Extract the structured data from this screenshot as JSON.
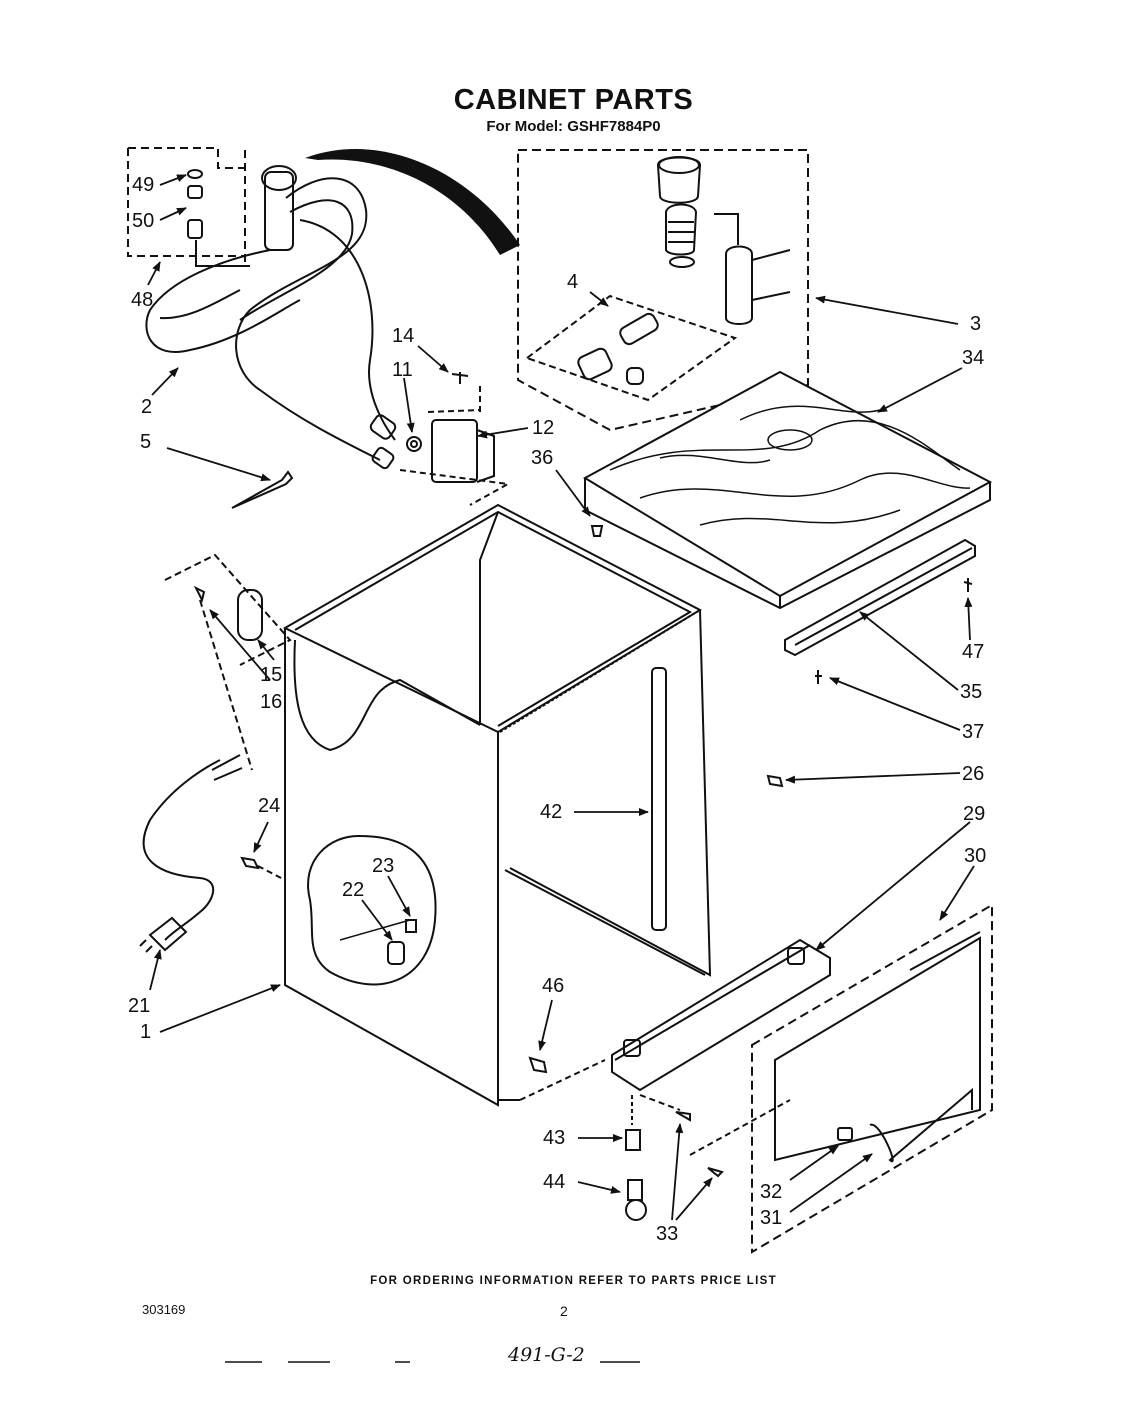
{
  "header": {
    "title": "CABINET PARTS",
    "subtitle": "For Model: GSHF7884P0"
  },
  "callouts": [
    {
      "id": "49",
      "label": "49"
    },
    {
      "id": "50",
      "label": "50"
    },
    {
      "id": "48",
      "label": "48"
    },
    {
      "id": "2",
      "label": "2"
    },
    {
      "id": "5",
      "label": "5"
    },
    {
      "id": "14",
      "label": "14"
    },
    {
      "id": "11",
      "label": "11"
    },
    {
      "id": "12",
      "label": "12"
    },
    {
      "id": "4",
      "label": "4"
    },
    {
      "id": "3",
      "label": "3"
    },
    {
      "id": "34",
      "label": "34"
    },
    {
      "id": "36",
      "label": "36"
    },
    {
      "id": "15",
      "label": "15"
    },
    {
      "id": "16",
      "label": "16"
    },
    {
      "id": "47",
      "label": "47"
    },
    {
      "id": "35",
      "label": "35"
    },
    {
      "id": "37",
      "label": "37"
    },
    {
      "id": "26",
      "label": "26"
    },
    {
      "id": "24",
      "label": "24"
    },
    {
      "id": "42",
      "label": "42"
    },
    {
      "id": "29",
      "label": "29"
    },
    {
      "id": "30",
      "label": "30"
    },
    {
      "id": "23",
      "label": "23"
    },
    {
      "id": "22",
      "label": "22"
    },
    {
      "id": "21",
      "label": "21"
    },
    {
      "id": "1",
      "label": "1"
    },
    {
      "id": "46",
      "label": "46"
    },
    {
      "id": "43",
      "label": "43"
    },
    {
      "id": "44",
      "label": "44"
    },
    {
      "id": "33",
      "label": "33"
    },
    {
      "id": "32",
      "label": "32"
    },
    {
      "id": "31",
      "label": "31"
    }
  ],
  "footer": {
    "note": "FOR ORDERING INFORMATION REFER TO PARTS PRICE LIST",
    "doc_number": "303169",
    "page_number": "2",
    "handwritten": "491-G-2"
  }
}
